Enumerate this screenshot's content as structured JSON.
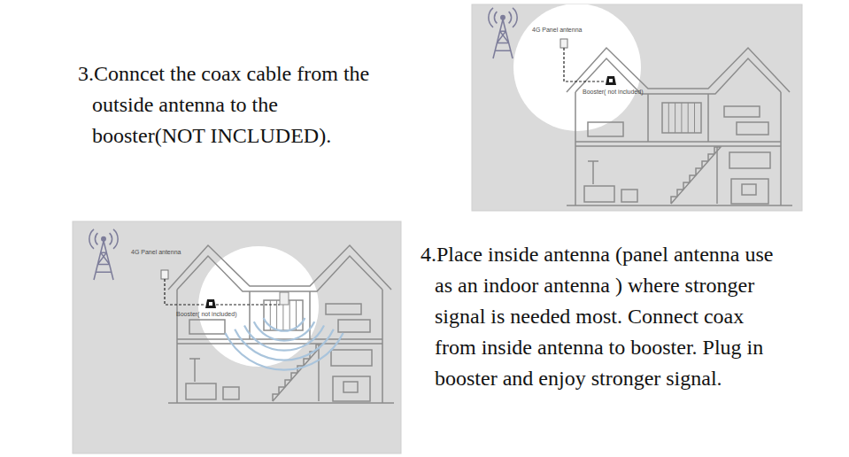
{
  "diagram": {
    "labels": [
      "3.Conncet the coax cable from the outside antenna to the booster(NOT INCLUDED).",
      "4G Panel antenna",
      "Booster( not included)",
      "4G Panel antenna",
      "Booster( not included)",
      "4.Place inside antenna (panel antenna use as an indoor antenna ) where stronger signal is needed most. Connect coax from inside antenna to booster. Plug in booster and enjoy stronger signal."
    ]
  }
}
